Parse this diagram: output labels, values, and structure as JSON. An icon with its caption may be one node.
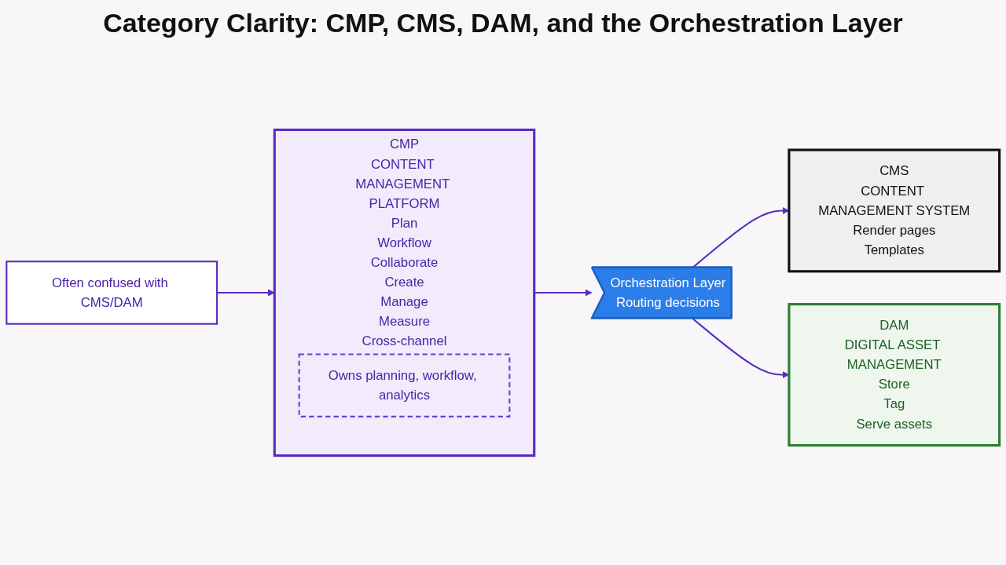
{
  "diagram": {
    "title": "Category Clarity: CMP, CMS, DAM, and the Orchestration Layer",
    "nodes": [
      {
        "text": [
          "CMP",
          "CONTENT MANAGEMENT PLATFORM",
          "Plan",
          "Workflow",
          "Collaborate",
          "Create",
          "Manage",
          "Measure",
          "Cross-channel"
        ]
      },
      {
        "text": [
          "Owns planning, workflow, analytics"
        ],
        "in": 0
      },
      {
        "text": [
          "Often confused with CMS/DAM"
        ]
      },
      {
        "text": [
          "Orchestration Layer",
          "Routing decisions"
        ]
      },
      {
        "text": [
          "CMS",
          "CONTENT MANAGEMENT SYSTEM",
          "Render pages",
          "Templates"
        ]
      },
      {
        "text": [
          "DAM",
          "DIGITAL ASSET MANAGEMENT",
          "Store",
          "Tag",
          "Serve assets"
        ]
      }
    ],
    "edges": [
      {
        "from": 2,
        "to": 0,
        "arrow": "to"
      },
      {
        "from": 0,
        "to": 3,
        "arrow": "to"
      },
      {
        "from": 3,
        "to": 4,
        "arrow": "to"
      },
      {
        "from": 3,
        "to": 5,
        "arrow": "to"
      }
    ]
  }
}
